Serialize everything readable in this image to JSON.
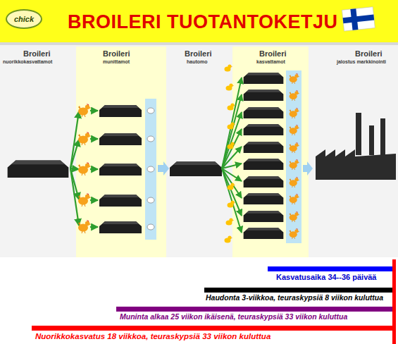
{
  "diagram": {
    "title": "BROILERI TUOTANTOKETJU",
    "nodes": [
      {
        "text": [
          "chick"
        ]
      }
    ],
    "labels": [
      "Broileri",
      "nuorikkokasvattamot",
      "Broileri",
      "munittamot",
      "Broileri",
      "hautomo",
      "Broileri",
      "kasvattamot",
      "Broileri",
      "jalostus markkinointi",
      "Kasvatusaika 34--36 päivää",
      "Haudonta 3-viikkoa, teuraskypsiä 8 viikon kuluttua",
      "Muninta alkaa 25 viikon ikäisenä, teuraskypsiä 33 viikon kuluttua",
      "Nuorikkokasvatus 18 viikkoa, teuraskypsiä 33 viikon kuluttua"
    ]
  }
}
